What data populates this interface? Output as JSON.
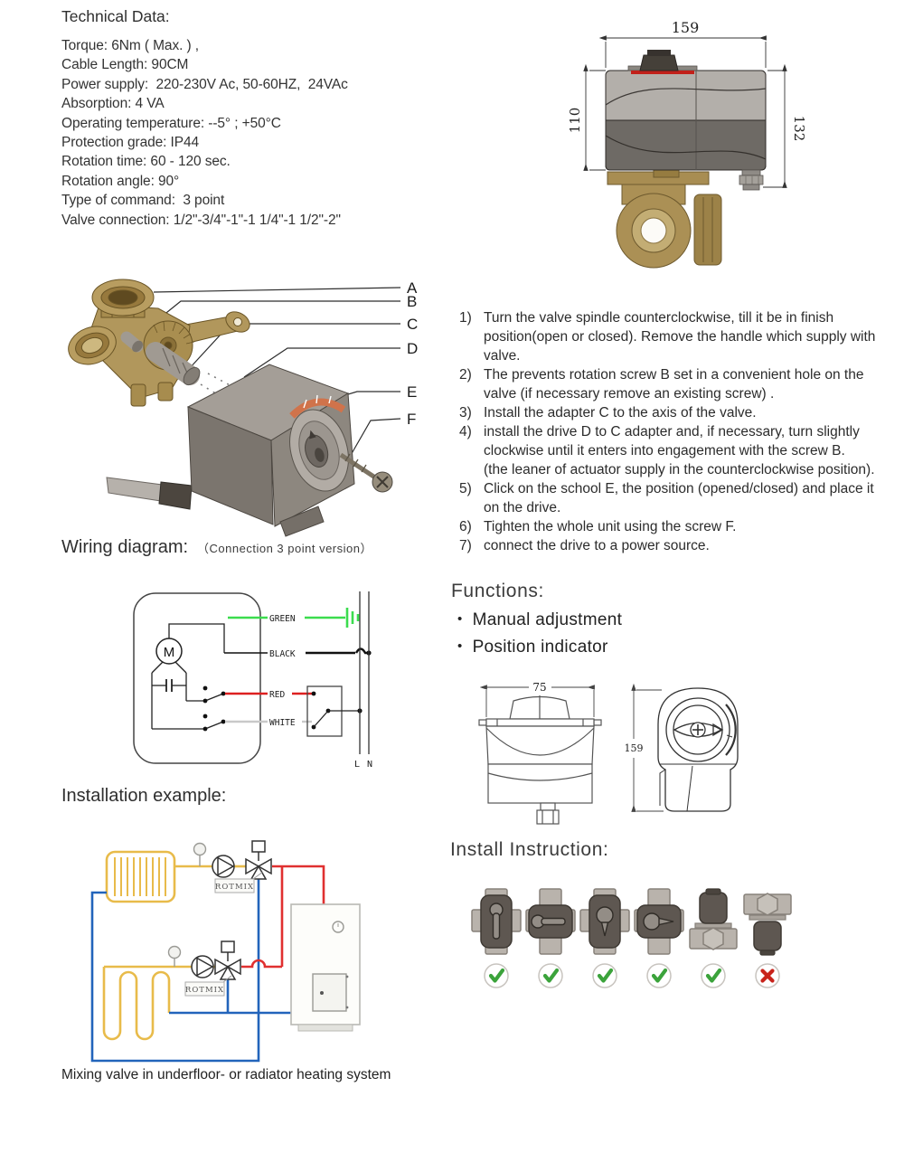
{
  "colors": {
    "accent_red": "#c1201a",
    "wire_green": "#3bdc4e",
    "wire_red": "#dd2020",
    "pipe_yellow": "#e8bb4a",
    "pipe_red": "#e03030",
    "pipe_blue": "#2264bb",
    "brass": "#ab9055",
    "check_green": "#3ba33b",
    "cross_red": "#c8231b"
  },
  "technical_data": {
    "title": "Technical Data:",
    "lines": [
      "Torque: 6Nm ( Max. ) ,",
      "Cable Length: 90CM",
      "Power supply:  220-230V Ac, 50-60HZ,  24VAc",
      "Absorption: 4 VA",
      "Operating temperature: --5° ; +50°C",
      "Protection grade: IP44",
      "Rotation time: 60 - 120 sec.",
      "Rotation angle: 90°",
      "Type of command:  3 point",
      "Valve connection: 1/2\"-3/4\"-1\"-1 1/4\"-1 1/2\"-2\""
    ]
  },
  "dimension_drawing": {
    "width": "159",
    "height_left": "110",
    "height_right": "132"
  },
  "exploded": {
    "labels": [
      "A",
      "B",
      "C",
      "D",
      "E",
      "F"
    ]
  },
  "instructions": {
    "items": [
      {
        "num": "1)",
        "text": "Turn the valve spindle counterclockwise, till it be in finish\nposition(open or closed). Remove the handle which supply with\nvalve."
      },
      {
        "num": "2)",
        "text": "The prevents rotation screw B set in a convenient hole on the\nvalve (if necessary remove an existing screw) ."
      },
      {
        "num": "3)",
        "text": "Install the adapter C to the axis of the valve."
      },
      {
        "num": "4)",
        "text": "install the drive D to C adapter and, if necessary, turn slightly\nclockwise until it enters into engagement with the screw B.\n(the leaner of actuator supply in the counterclockwise position)."
      },
      {
        "num": "5)",
        "text": "Click on the school E, the position (opened/closed) and place it\non the drive."
      },
      {
        "num": "6)",
        "text": "Tighten the whole unit using the screw F."
      },
      {
        "num": "7)",
        "text": "connect the drive to a power source."
      }
    ]
  },
  "wiring": {
    "title": "Wiring diagram:",
    "subtitle": "（Connection 3 point version）",
    "motor": "M",
    "green": "GREEN",
    "black": "BLACK",
    "red": "RED",
    "white": "WHITE",
    "line_l": "L",
    "line_n": "N"
  },
  "functions": {
    "title": "Functions:",
    "bullets": [
      "Manual adjustment",
      "Position indicator"
    ],
    "front_width": "75",
    "side_height": "159"
  },
  "installation": {
    "title": "Installation example:",
    "brand": "ROTMIX",
    "caption": "Mixing valve in underfloor- or radiator heating system"
  },
  "install_instruction": {
    "title": "Install Instruction:",
    "results": [
      "check",
      "check",
      "check",
      "check",
      "check",
      "cross"
    ]
  }
}
